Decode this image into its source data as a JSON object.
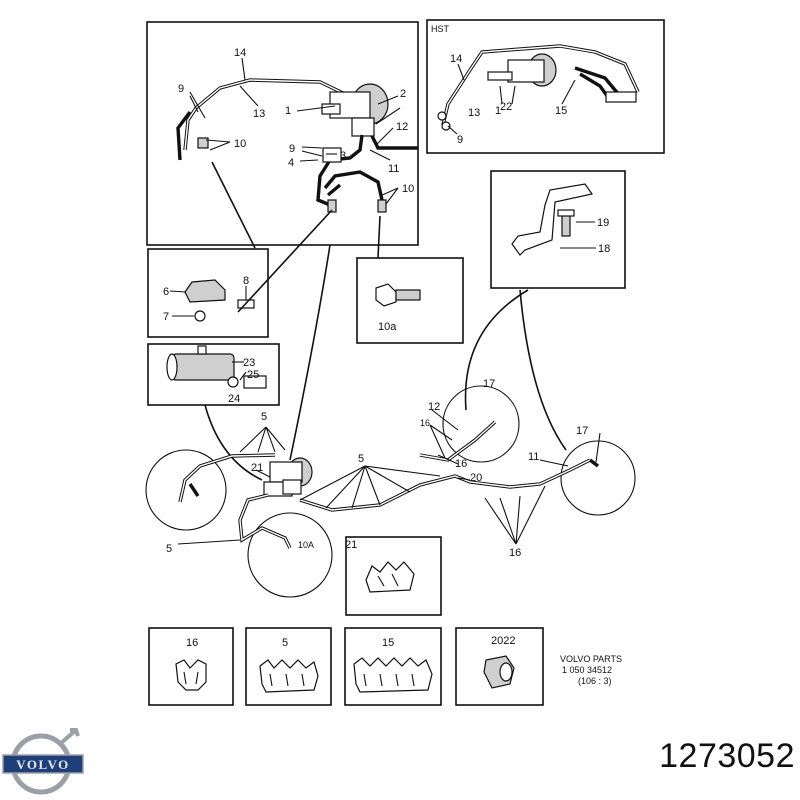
{
  "diagram": {
    "panels": {
      "top_left": [
        "14",
        "9",
        "13",
        "1",
        "2",
        "10",
        "12",
        "9",
        "3",
        "11",
        "4",
        "10"
      ],
      "hst": [
        "14",
        "13",
        "22",
        "1",
        "15",
        "9"
      ],
      "hst_title": "HST",
      "bracket": [
        "19",
        "18"
      ],
      "valve_clip": [
        "6",
        "8",
        "7"
      ],
      "bolt": [
        "10a"
      ],
      "distributor": [
        "23",
        "25",
        "24"
      ]
    },
    "main": [
      "5",
      "21",
      "5",
      "10A",
      "5",
      "16",
      "12",
      "17",
      "16",
      "20",
      "11",
      "17",
      "16"
    ],
    "bottom_boxes": {
      "clip_21": "21",
      "clip_16": "16",
      "clip_5": "5",
      "clip_15": "15",
      "grommet": "2022"
    },
    "parts_ref": {
      "line1": "VOLVO PARTS",
      "line2": "1 050 34512",
      "line3": "(106 : 3)"
    }
  },
  "footer": {
    "brand": "VOLVO",
    "part_number": "1273052"
  },
  "colors": {
    "ink": "#111111",
    "paper": "#ffffff",
    "logo_blue": "#1f3f7a",
    "logo_chrome": "#9aa0a6"
  },
  "icons": [
    "volvo-logo-icon"
  ]
}
